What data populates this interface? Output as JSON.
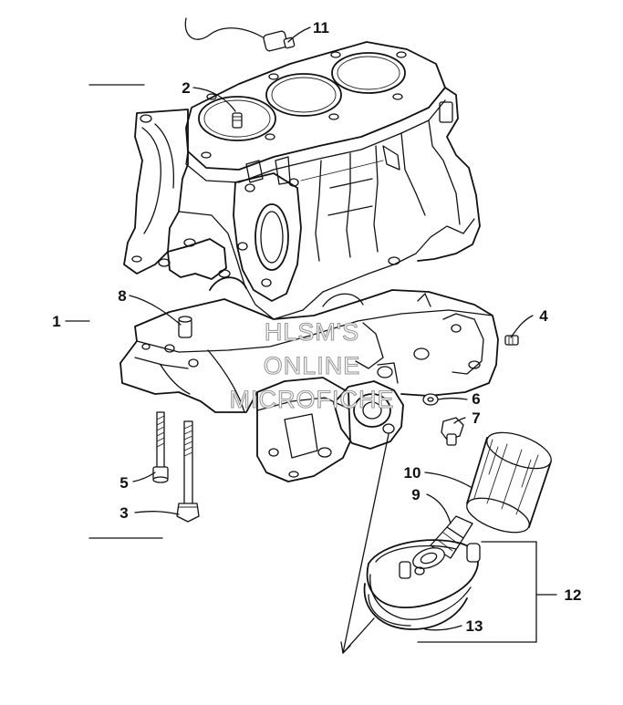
{
  "watermark": {
    "line1": "HLSM'S",
    "line2": "ONLINE",
    "line3": "MICROFICHE"
  },
  "callouts": [
    {
      "id": "1",
      "label": "1"
    },
    {
      "id": "2",
      "label": "2"
    },
    {
      "id": "3",
      "label": "3"
    },
    {
      "id": "4",
      "label": "4"
    },
    {
      "id": "5",
      "label": "5"
    },
    {
      "id": "6",
      "label": "6"
    },
    {
      "id": "7",
      "label": "7"
    },
    {
      "id": "8",
      "label": "8"
    },
    {
      "id": "9",
      "label": "9"
    },
    {
      "id": "10",
      "label": "10"
    },
    {
      "id": "11",
      "label": "11"
    },
    {
      "id": "12",
      "label": "12"
    },
    {
      "id": "13",
      "label": "13"
    }
  ]
}
